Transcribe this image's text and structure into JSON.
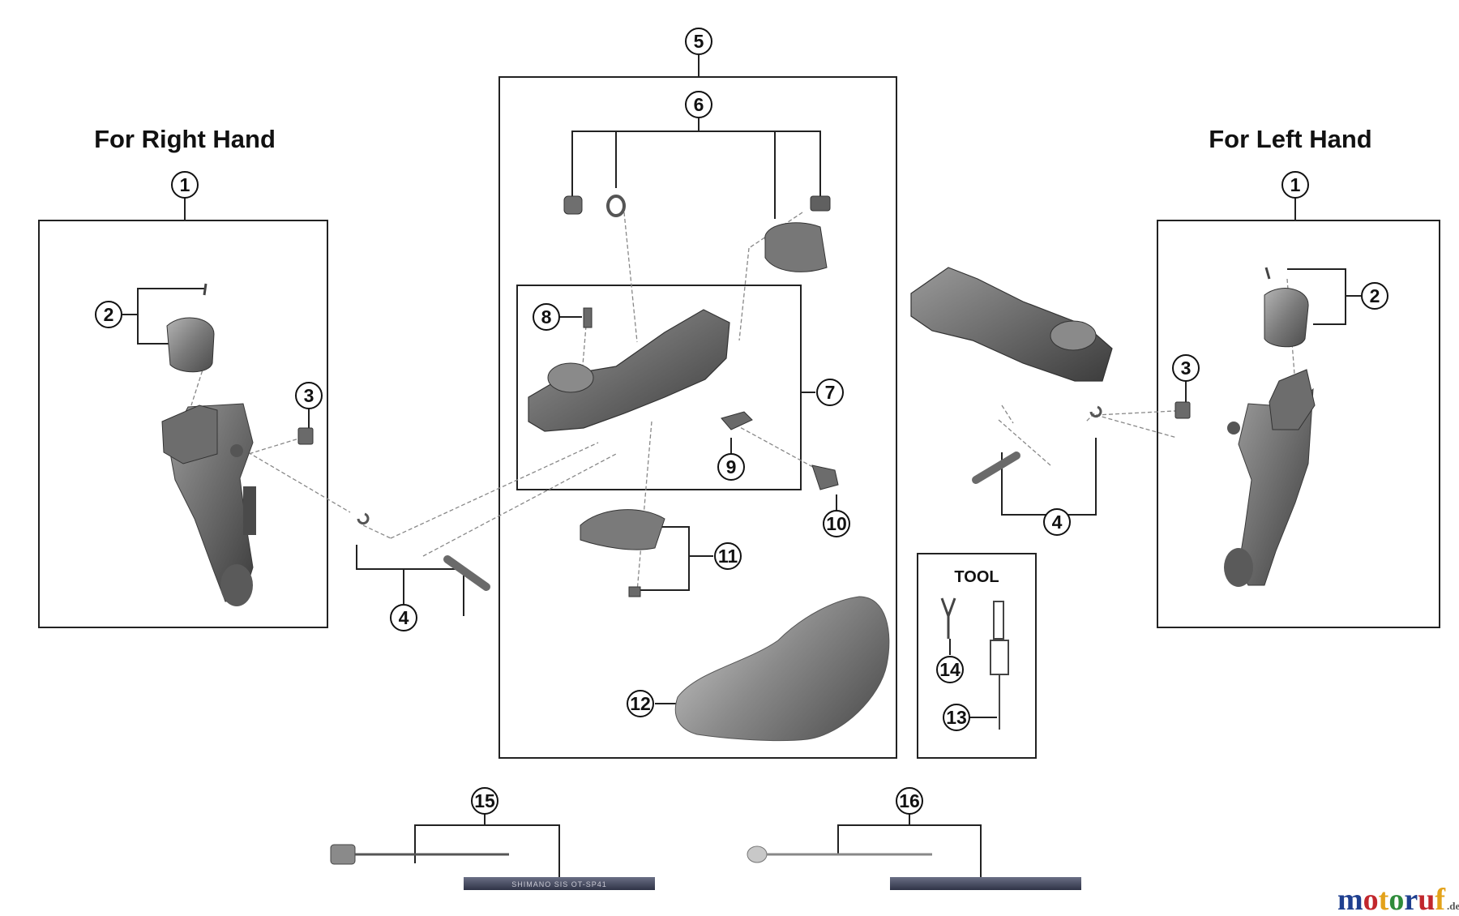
{
  "headings": {
    "right_hand": "For Right Hand",
    "left_hand": "For Left Hand",
    "tool": "TOOL"
  },
  "callouts": {
    "c1_right": "1",
    "c1_left": "1",
    "c2_right": "2",
    "c2_left": "2",
    "c3_right": "3",
    "c3_left": "3",
    "c4_right": "4",
    "c4_left": "4",
    "c5": "5",
    "c6": "6",
    "c7": "7",
    "c8": "8",
    "c9": "9",
    "c10": "10",
    "c11": "11",
    "c12": "12",
    "c13": "13",
    "c14": "14",
    "c15": "15",
    "c16": "16"
  },
  "housing_print": "SHIMANO SIS  OT-SP41",
  "watermark": {
    "brand": "motoruf",
    "suffix": ".de",
    "colors": [
      "#1f3f8f",
      "#c1272d",
      "#e3a21a",
      "#2e8b3a"
    ]
  }
}
